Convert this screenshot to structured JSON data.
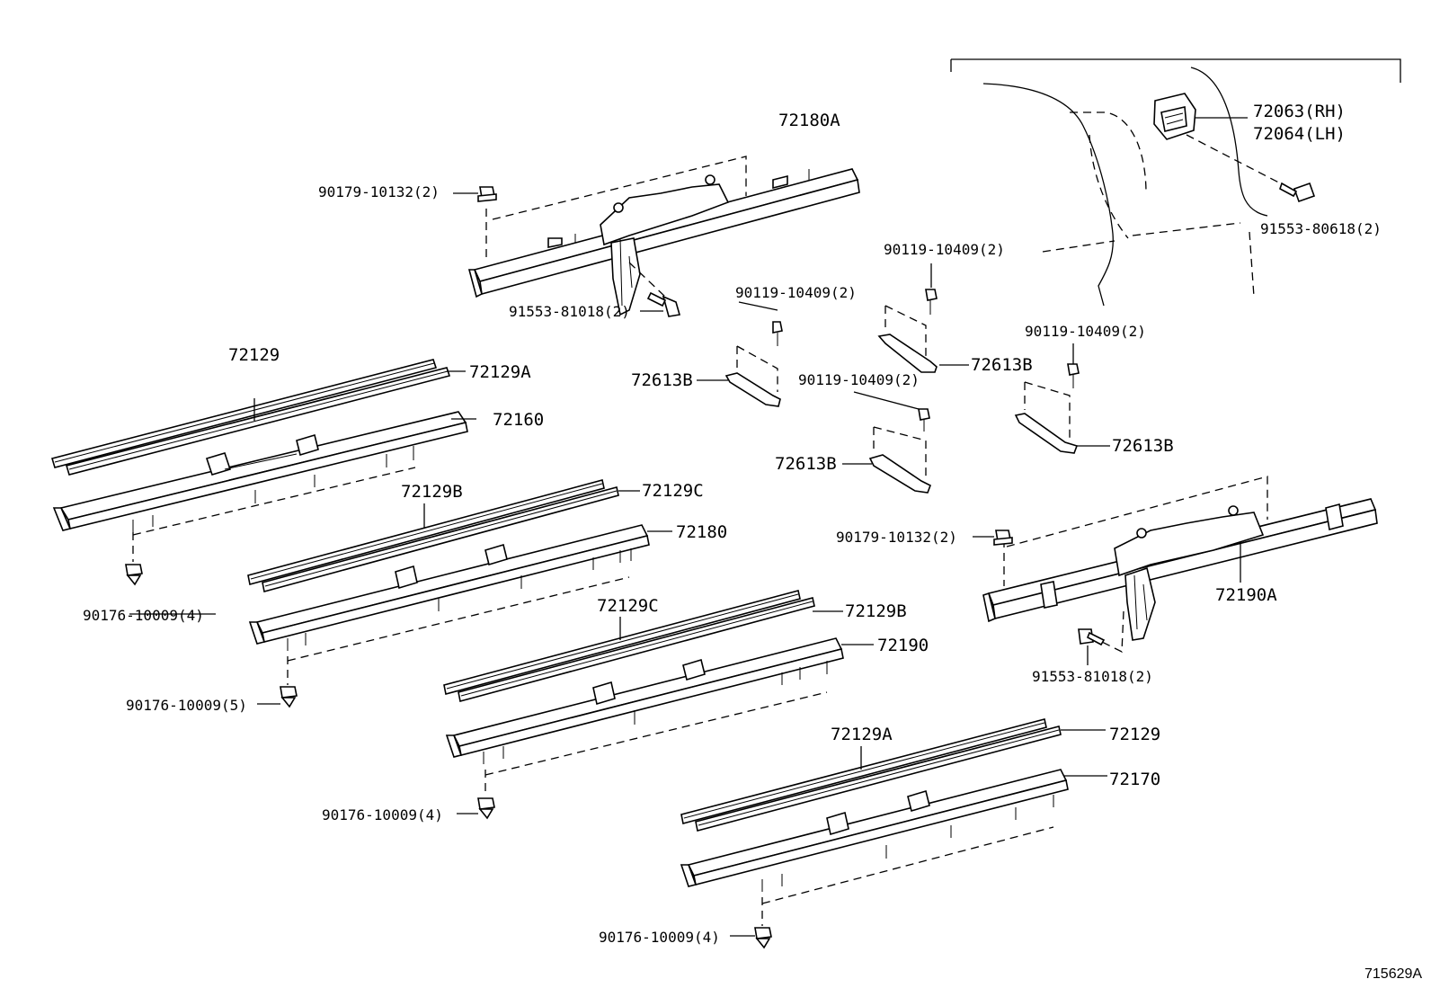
{
  "diagram_id": "715629A",
  "labels": {
    "p72180A": "72180A",
    "p90179_top": "90179-10132(2)",
    "p91553_top": "91553-81018(2)",
    "p72063": "72063(RH)",
    "p72064": "72064(LH)",
    "p91553_80618": "91553-80618(2)",
    "p90119_a": "90119-10409(2)",
    "p90119_b": "90119-10409(2)",
    "p90119_c": "90119-10409(2)",
    "p90119_d": "90119-10409(2)",
    "p72613B_a": "72613B",
    "p72613B_b": "72613B",
    "p72613B_c": "72613B",
    "p72613B_d": "72613B",
    "p72129_top": "72129",
    "p72129A_top": "72129A",
    "p72160": "72160",
    "p90176_4a": "90176-10009(4)",
    "p72129B_top": "72129B",
    "p72129C_top": "72129C",
    "p72180": "72180",
    "p90176_5": "90176-10009(5)",
    "p72129C_mid": "72129C",
    "p72129B_mid": "72129B",
    "p72190": "72190",
    "p90176_4b": "90176-10009(4)",
    "p90179_right": "90179-10132(2)",
    "p72190A": "72190A",
    "p91553_right": "91553-81018(2)",
    "p72129A_bot": "72129A",
    "p72129_bot": "72129",
    "p72170": "72170",
    "p90176_4c": "90176-10009(4)"
  }
}
